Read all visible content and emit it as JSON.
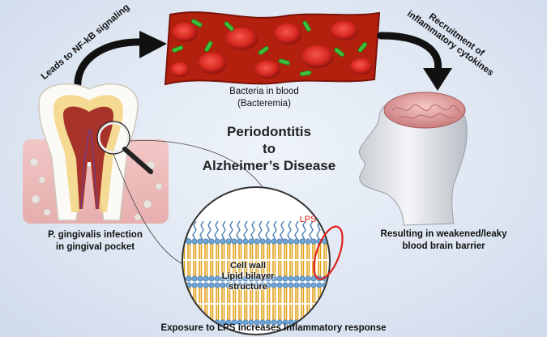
{
  "title": {
    "line1": "Periodontitis",
    "line2": "to",
    "line3": "Alzheimer’s Disease"
  },
  "labels": {
    "nfkb": "Leads to NF-kB signaling",
    "cytokines_line1": "Recruitment of",
    "cytokines_line2": "inflammatory cytokines",
    "bacteria_line1": "Bacteria in blood",
    "bacteria_line2": "(Bacteremia)",
    "infection_line1": "P. gingivalis infection",
    "infection_line2": "in gingival pocket",
    "barrier_line1": "Resulting in weakened/leaky",
    "barrier_line2": "blood brain barrier",
    "lps": "LPS",
    "cellwall_line1": "Cell wall",
    "cellwall_line2": "Lipid bilayer",
    "cellwall_line3": "structure",
    "exposure": "Exposure to LPS increases inflammatory response"
  },
  "colors": {
    "background": "#dfe7f3",
    "blood_background": "#b3210e",
    "red_cell": "#d92a22",
    "bacteria": "#3fbf3a",
    "lps_marker": "#e0201b",
    "lipid_tail": "#e3a21a",
    "lipid_head": "#6ea6d8",
    "brain": "#e8a4a4"
  },
  "icons": [
    "tooth-illustration",
    "magnifier-icon",
    "blood-vessel-illustration",
    "human-head-illustration",
    "brain-illustration",
    "lipid-bilayer-illustration",
    "arrow-icon"
  ]
}
